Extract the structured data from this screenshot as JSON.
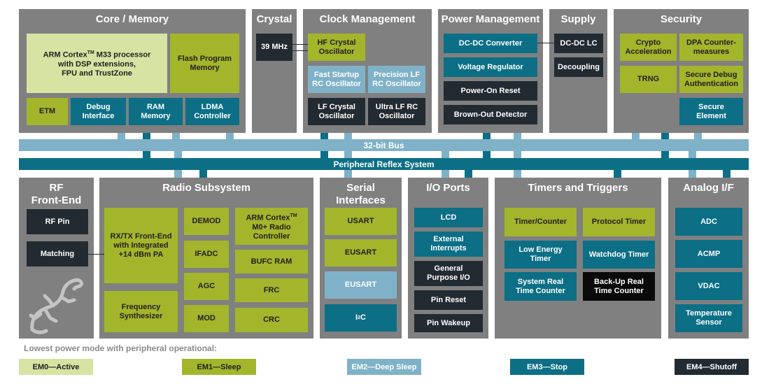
{
  "sections": {
    "core": "Core / Memory",
    "crystal": "Crystal",
    "clock": "Clock Management",
    "power": "Power Management",
    "supply": "Supply",
    "security": "Security",
    "rf": "RF\nFront-End",
    "radio": "Radio Subsystem",
    "serial": "Serial\nInterfaces",
    "io": "I/O Ports",
    "timers": "Timers and Triggers",
    "analog": "Analog I/F"
  },
  "core": {
    "cpu_line1": "ARM Cortex",
    "cpu_tm": "TM",
    "cpu_line1b": " M33 processor",
    "cpu_line2": "with DSP extensions,",
    "cpu_line3": "FPU and TrustZone",
    "flash": "Flash Program\nMemory",
    "etm": "ETM",
    "debug": "Debug\nInterface",
    "ram": "RAM\nMemory",
    "ldma": "LDMA\nController"
  },
  "crystal": {
    "mhz": "39 MHz"
  },
  "clock": {
    "hfxo": "HF Crystal\nOscillator",
    "fsrco": "Fast Startup\nRC Oscillator",
    "plfrco": "Precision LF\nRC Oscillator",
    "lfxo": "LF Crystal\nOscillator",
    "ulfrco": "Ultra LF RC\nOscillator"
  },
  "power": {
    "dcdc": "DC-DC Converter",
    "vreg": "Voltage Regulator",
    "por": "Power-On Reset",
    "bod": "Brown-Out Detector"
  },
  "supply": {
    "dcdclc": "DC-DC LC",
    "decoupling": "Decoupling"
  },
  "security": {
    "crypto": "Crypto\nAcceleration",
    "dpa": "DPA Counter-\nmeasures",
    "trng": "TRNG",
    "secdebug": "Secure Debug\nAuthentication",
    "secelem": "Secure\nElement"
  },
  "bus": {
    "bus32": "32-bit Bus",
    "prs": "Peripheral Reflex System"
  },
  "rf": {
    "rfpin": "RF Pin",
    "matching": "Matching"
  },
  "radio": {
    "frontend": "RX/TX Front-End\nwith Integrated\n+14 dBm PA",
    "synth": "Frequency\nSynthesizer",
    "demod": "DEMOD",
    "ifadc": "IFADC",
    "agc": "AGC",
    "mod": "MOD",
    "m0_line1": "ARM Cortex",
    "m0_tm": "TM",
    "m0_line2": "M0+ Radio",
    "m0_line3": "Controller",
    "bufc": "BUFC RAM",
    "frc": "FRC",
    "crc": "CRC"
  },
  "serial": {
    "usart": "USART",
    "eusart1": "EUSART",
    "eusart2": "EUSART",
    "i2c_main": "I",
    "i2c_sup": "2",
    "i2c_end": "C"
  },
  "io": {
    "lcd": "LCD",
    "extint": "External\nInterrupts",
    "gpio": "General\nPurpose I/O",
    "pinreset": "Pin Reset",
    "pinwakeup": "Pin Wakeup"
  },
  "timers": {
    "timer": "Timer/Counter",
    "protimer": "Protocol Timer",
    "letimer": "Low Energy\nTimer",
    "wdog": "Watchdog Timer",
    "sysrtc": "System Real\nTime Counter",
    "burtc": "Back-Up Real\nTime Counter"
  },
  "analog": {
    "adc": "ADC",
    "acmp": "ACMP",
    "vdac": "VDAC",
    "temp": "Temperature\nSensor"
  },
  "legend": {
    "title": "Lowest power mode with peripheral operational:",
    "em0": "EM0—Active",
    "em1": "EM1—Sleep",
    "em2": "EM2—Deep Sleep",
    "em3": "EM3—Stop",
    "em4": "EM4—Shutoff"
  },
  "colors": {
    "section": "#808080",
    "em0": "#d7e3a2",
    "em1": "#a3b52b",
    "em2": "#7fb2c8",
    "em3": "#0c6f86",
    "em4": "#222b31"
  }
}
